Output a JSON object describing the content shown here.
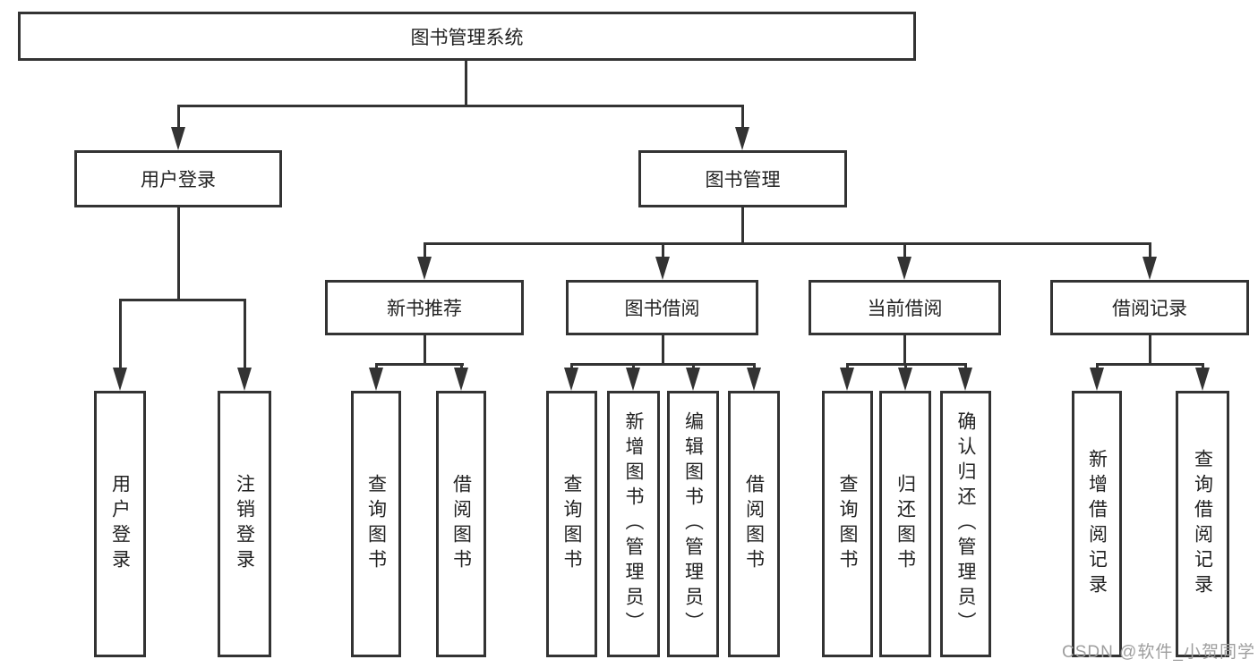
{
  "colors": {
    "line": "#333333",
    "text": "#222222",
    "background": "#ffffff",
    "watermark": "#9e9e9e"
  },
  "watermark": {
    "text": "CSDN @软件_小贺同学"
  },
  "diagram": {
    "type": "hierarchy-tree",
    "root": {
      "label": "图书管理系统",
      "children": [
        {
          "label": "用户登录",
          "children": [
            {
              "label": "用户登录"
            },
            {
              "label": "注销登录"
            }
          ]
        },
        {
          "label": "图书管理",
          "children": [
            {
              "label": "新书推荐",
              "children": [
                {
                  "label": "查询图书"
                },
                {
                  "label": "借阅图书"
                }
              ]
            },
            {
              "label": "图书借阅",
              "children": [
                {
                  "label": "查询图书"
                },
                {
                  "label": "新增图书（管理员）"
                },
                {
                  "label": "编辑图书（管理员）"
                },
                {
                  "label": "借阅图书"
                }
              ]
            },
            {
              "label": "当前借阅",
              "children": [
                {
                  "label": "查询图书"
                },
                {
                  "label": "归还图书"
                },
                {
                  "label": "确认归还（管理员）"
                }
              ]
            },
            {
              "label": "借阅记录",
              "children": [
                {
                  "label": "新增借阅记录"
                },
                {
                  "label": "查询借阅记录"
                }
              ]
            }
          ]
        }
      ]
    }
  }
}
